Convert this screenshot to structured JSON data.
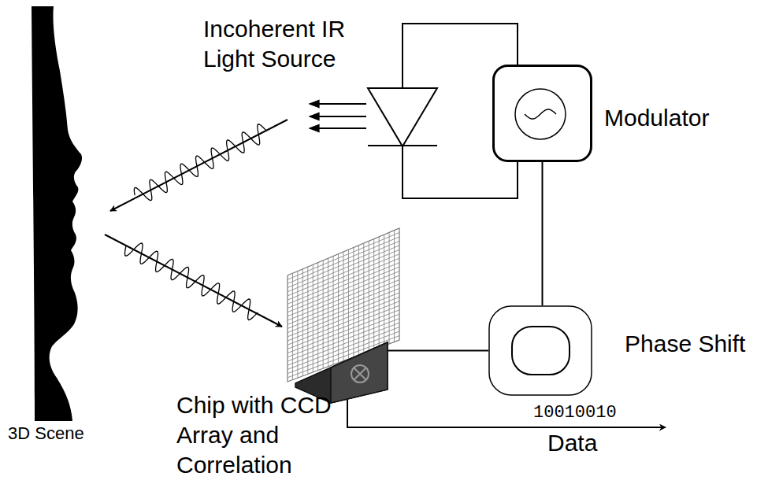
{
  "diagram": {
    "nodes": [
      {
        "text": [
          "Incoherent IR Light Source"
        ]
      },
      {
        "text": [
          "Modulator"
        ]
      },
      {
        "text": [
          "Phase Shift"
        ]
      },
      {
        "text": [
          "Chip with CCD Array and Correlation"
        ]
      }
    ],
    "edges": [
      {
        "from": 1,
        "to": 0,
        "arrow": "none"
      },
      {
        "from": 1,
        "to": 0,
        "arrow": "none"
      },
      {
        "from": 1,
        "to": 2,
        "arrow": "none"
      },
      {
        "from": 2,
        "to": 3,
        "arrow": "none"
      }
    ],
    "labels": [
      "3D Scene",
      "10010010",
      "Data"
    ]
  }
}
